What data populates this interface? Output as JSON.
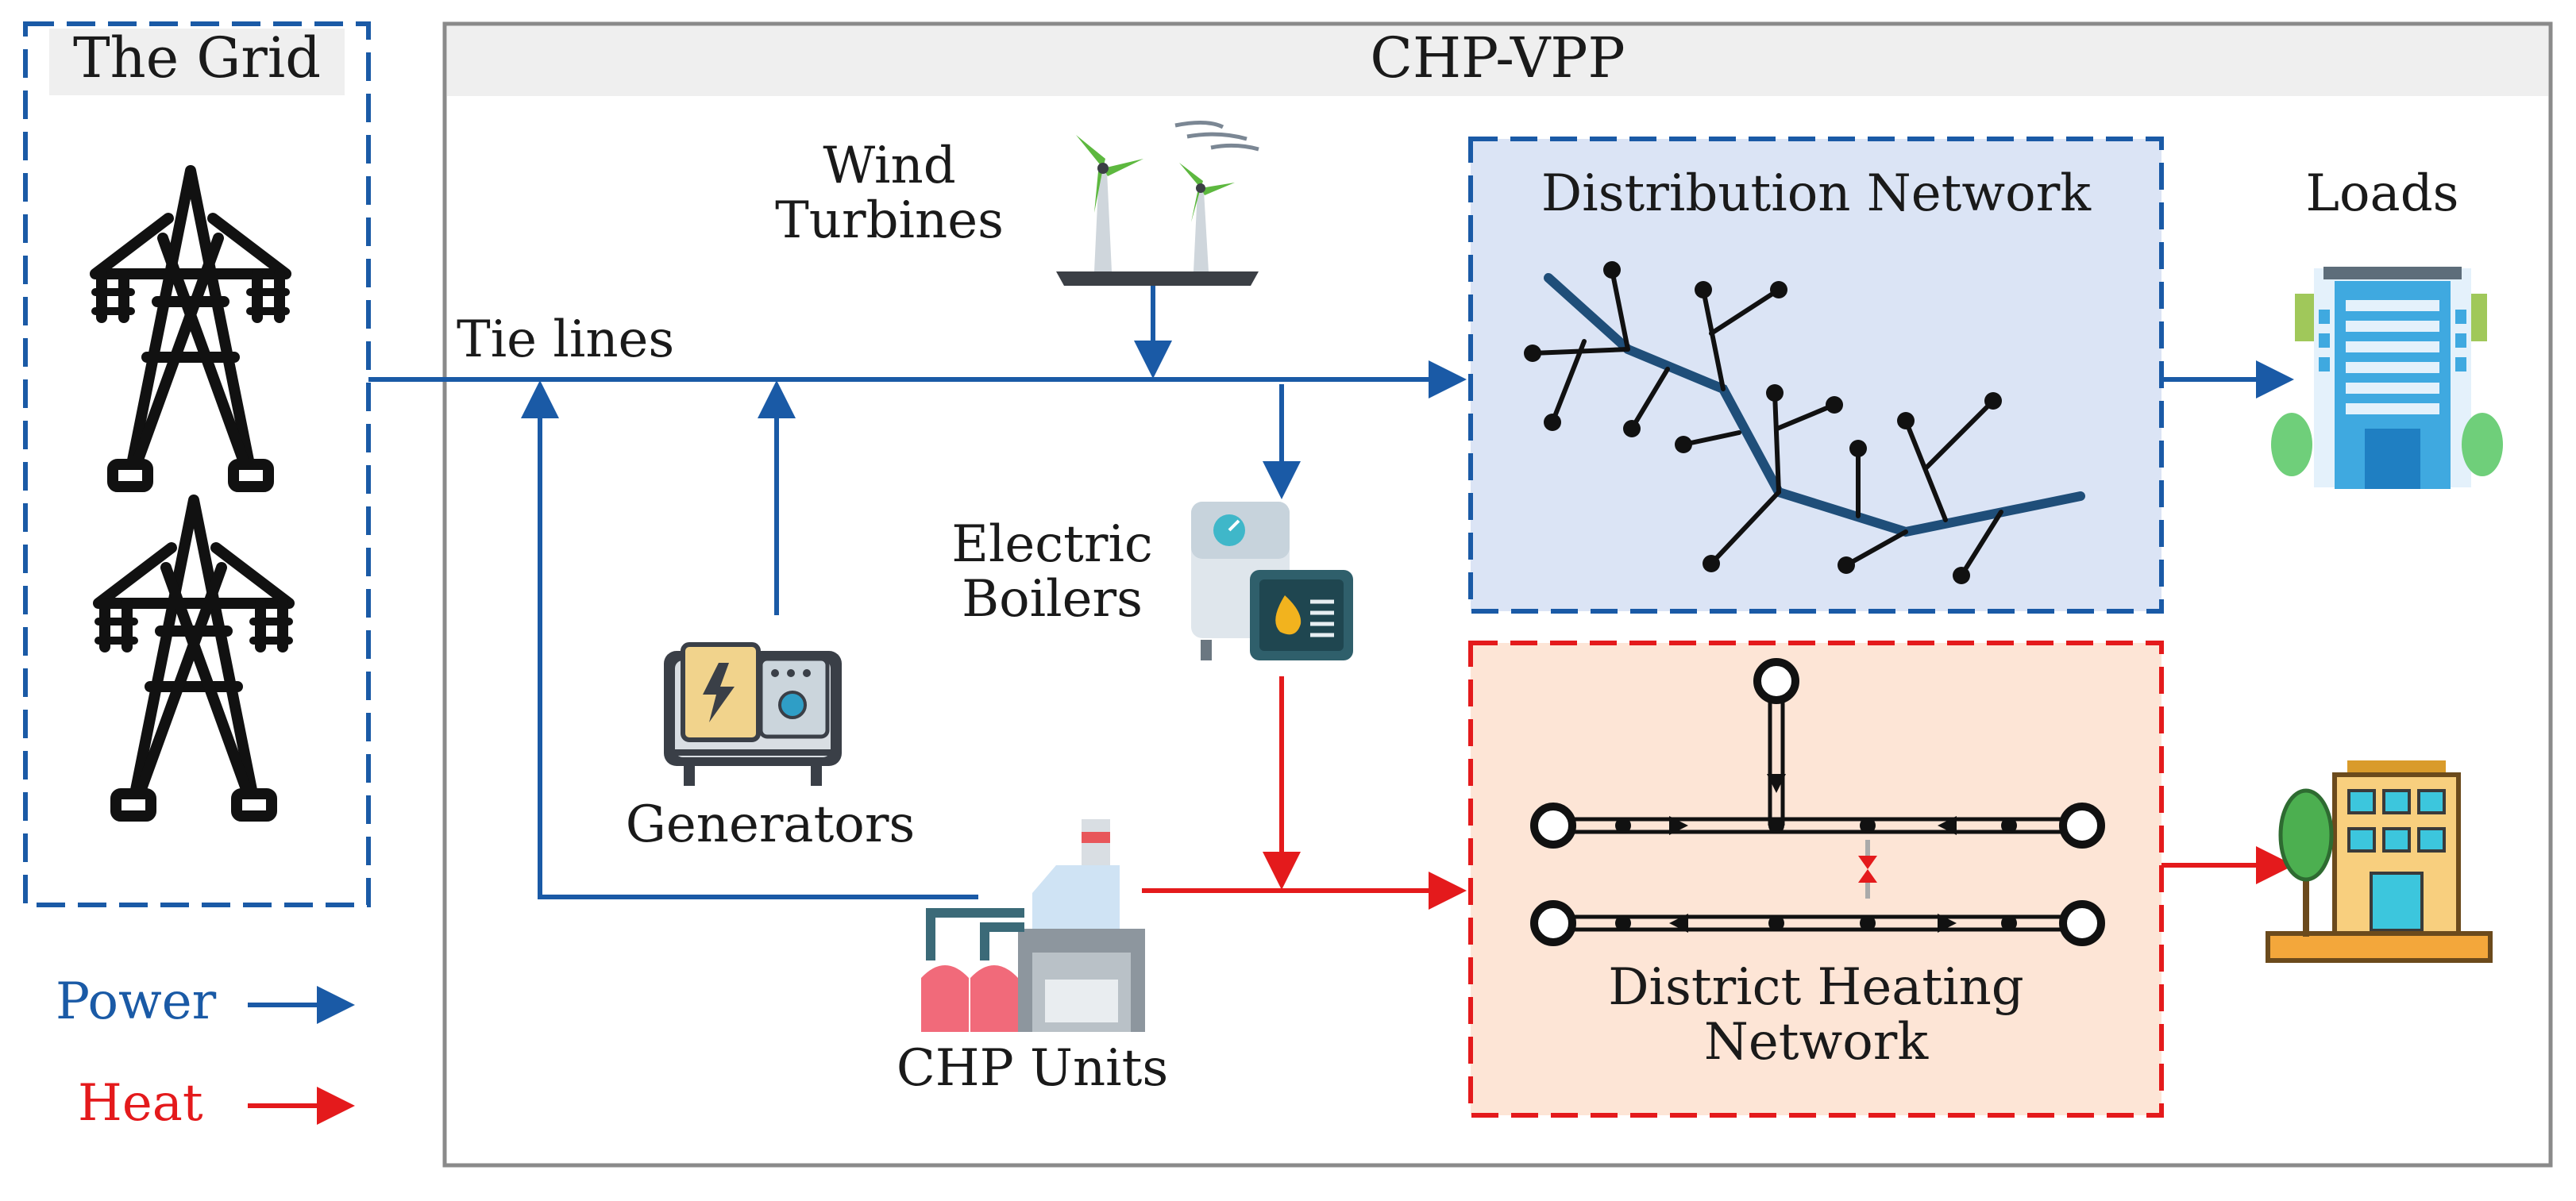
{
  "diagram": {
    "grid_title": "The Grid",
    "vpp_title": "CHP-VPP",
    "tie_lines": "Tie lines",
    "wind_line1": "Wind",
    "wind_line2": "Turbines",
    "eb_line1": "Electric",
    "eb_line2": "Boilers",
    "generators": "Generators",
    "chp_units": "CHP Units",
    "dist_network": "Distribution Network",
    "dh_line1": "District Heating",
    "dh_line2": "Network",
    "loads": "Loads",
    "legend_power": "Power",
    "legend_heat": "Heat"
  },
  "colors": {
    "power": "#1a5aa6",
    "heat": "#e41a1c",
    "dist_fill": "#dbe4f5",
    "heat_fill": "#fde5d6",
    "frame": "#8a8a8a",
    "title_bar": "#efefef"
  }
}
